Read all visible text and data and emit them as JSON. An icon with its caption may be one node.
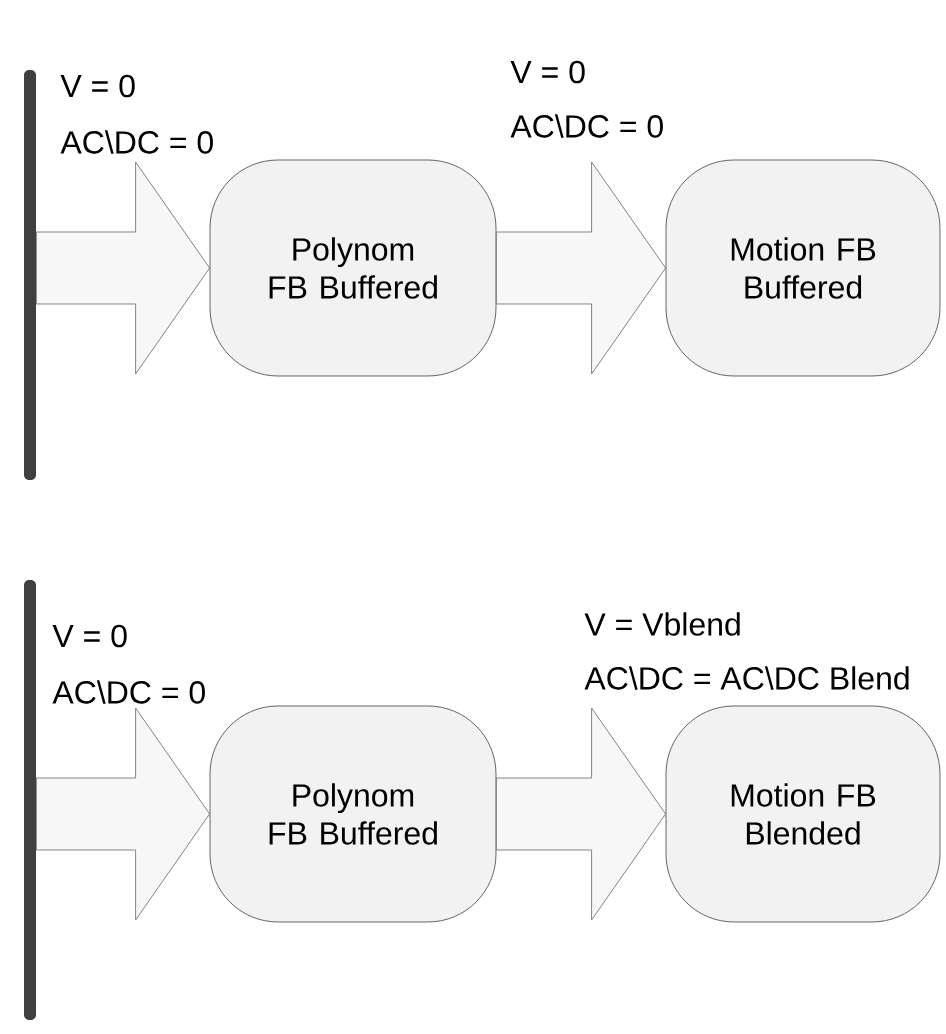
{
  "diagram": {
    "nodes": [
      {
        "text": [],
        "shape": "bar"
      },
      {
        "text": [
          "Polynom FB Buffered"
        ]
      },
      {
        "text": [
          "Motion FB Buffered"
        ]
      },
      {
        "text": [],
        "shape": "bar"
      },
      {
        "text": [
          "Polynom FB Buffered"
        ]
      },
      {
        "text": [
          "Motion FB Blended"
        ]
      }
    ],
    "edges": [
      {
        "from": 0,
        "to": 1,
        "arrow": "to"
      },
      {
        "from": 1,
        "to": 2,
        "arrow": "to"
      },
      {
        "from": 3,
        "to": 4,
        "arrow": "to"
      },
      {
        "from": 4,
        "to": 5,
        "arrow": "to"
      }
    ],
    "labels": [
      "V = 0",
      "AC\\DC = 0",
      "V = 0",
      "AC\\DC = 0",
      "V = 0",
      "AC\\DC = 0",
      "V = Vblend",
      "AC\\DC = AC\\DC Blend"
    ]
  }
}
